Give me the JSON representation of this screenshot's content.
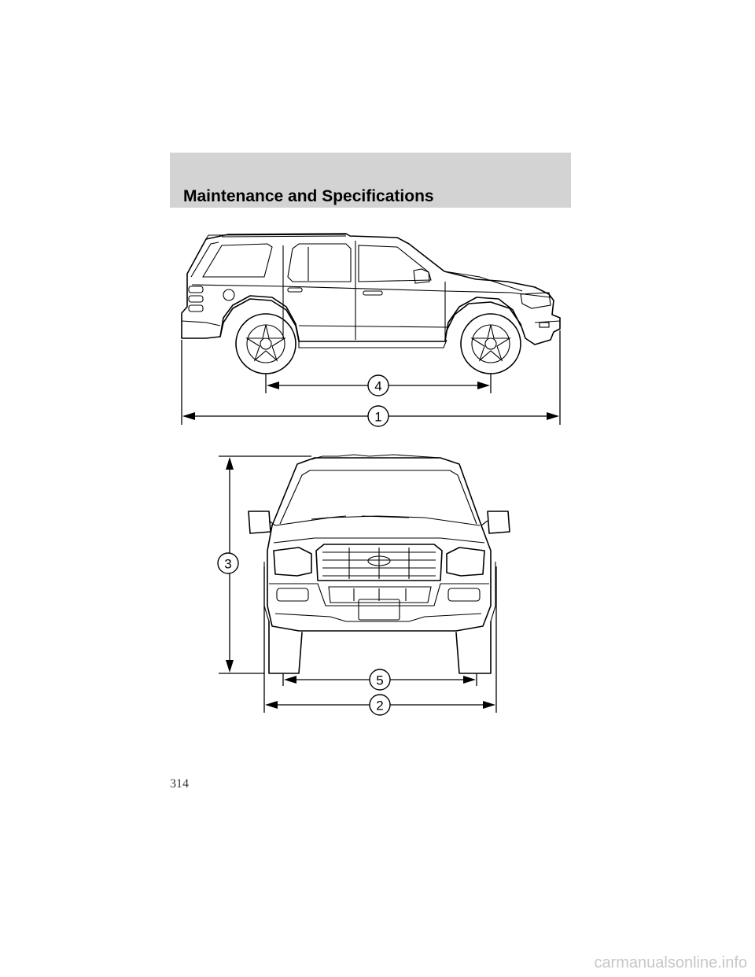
{
  "header": {
    "title": "Maintenance and Specifications"
  },
  "page": {
    "number": "314"
  },
  "watermark": "carmanualsonline.info",
  "dimension_labels": {
    "overall_length": "1",
    "overall_width": "2",
    "overall_height": "3",
    "wheelbase": "4",
    "track": "5"
  }
}
